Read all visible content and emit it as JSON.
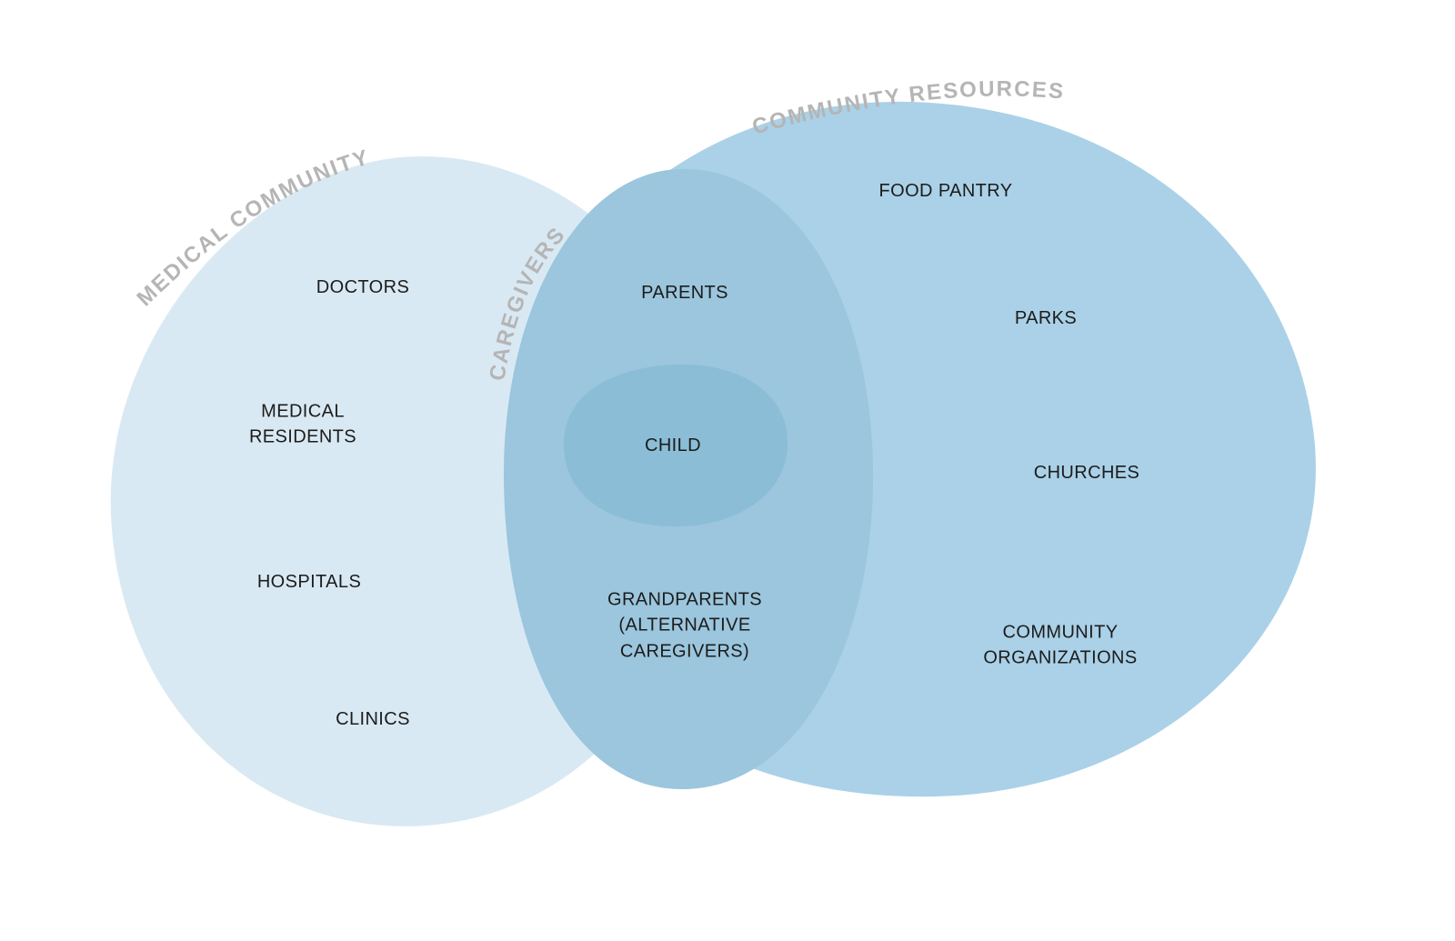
{
  "diagram": {
    "type": "venn",
    "sets": {
      "medical_community": {
        "title": "MEDICAL COMMUNITY",
        "color": "#d9e9f3",
        "items": {
          "doctors": "DOCTORS",
          "medical_residents": "MEDICAL RESIDENTS",
          "hospitals": "HOSPITALS",
          "clinics": "CLINICS"
        }
      },
      "community_resources": {
        "title": "COMMUNITY RESOURCES",
        "color": "#aad1e7",
        "items": {
          "food_pantry": "FOOD PANTRY",
          "parks": "PARKS",
          "churches": "CHURCHES",
          "community_organizations": "COMMUNITY ORGANIZATIONS"
        }
      },
      "caregivers": {
        "title": "CAREGIVERS",
        "color": "#9bc6dd",
        "items": {
          "parents": "PARENTS",
          "grandparents": "GRANDPARENTS (ALTERNATIVE CAREGIVERS)"
        }
      },
      "child": {
        "title": "CHILD",
        "color": "#8bbdd7",
        "items": {}
      }
    },
    "title_color": "#b5b5b5",
    "label_color": "#1c1c1c"
  }
}
